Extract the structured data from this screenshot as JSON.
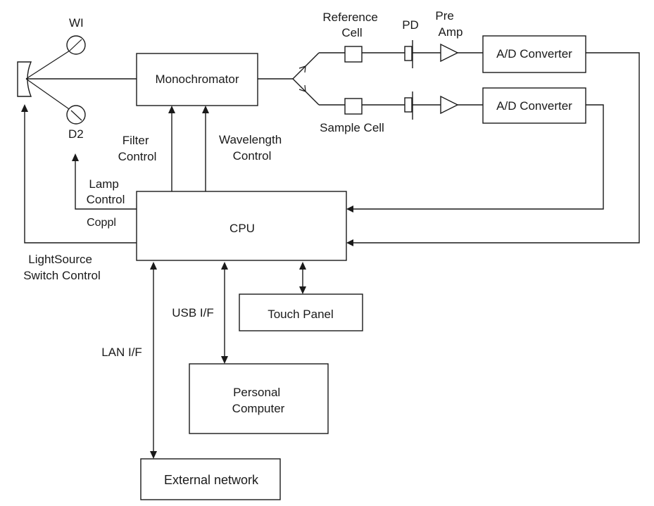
{
  "sources": {
    "wi": "WI",
    "d2": "D2"
  },
  "monochromator": "Monochromator",
  "optics": {
    "reference_cell": [
      "Reference",
      "Cell"
    ],
    "sample_cell": "Sample Cell",
    "pd": "PD",
    "pre_amp": [
      "Pre",
      "Amp"
    ]
  },
  "converters": {
    "top": "A/D Converter",
    "bottom": "A/D Converter"
  },
  "controls": {
    "filter": [
      "Filter",
      "Control"
    ],
    "wavelength": [
      "Wavelength",
      "Control"
    ],
    "lamp": [
      "Lamp",
      "Control"
    ],
    "lamp_garbled": "Coppl",
    "light_source_switch": [
      "LightSource",
      "Switch Control"
    ]
  },
  "cpu": "CPU",
  "touch_panel": "Touch Panel",
  "interfaces": {
    "usb": "USB I/F",
    "lan": "LAN I/F"
  },
  "personal_computer": [
    "Personal",
    "Computer"
  ],
  "external_network": "External network"
}
